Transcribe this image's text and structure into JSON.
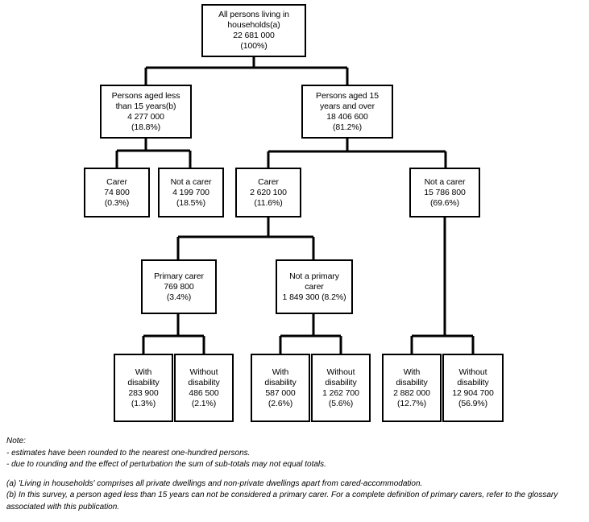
{
  "diagram": {
    "type": "tree-flowchart",
    "nodes": {
      "root": {
        "lines": [
          "All persons living in",
          "households(a)",
          "22 681 000",
          "(100%)"
        ],
        "label": "All persons living in households(a)",
        "count": "22 681 000",
        "percent": "(100%)"
      },
      "under15": {
        "lines": [
          "Persons aged less",
          "than 15 years(b)",
          "4 277 000",
          "(18.8%)"
        ],
        "label": "Persons aged less than 15 years(b)",
        "count": "4 277 000",
        "percent": "(18.8%)"
      },
      "over15": {
        "lines": [
          "Persons aged 15",
          "years and over",
          "18 406 600",
          "(81.2%)"
        ],
        "label": "Persons aged 15 years and over",
        "count": "18 406 600",
        "percent": "(81.2%)"
      },
      "carer_u15": {
        "lines": [
          "Carer",
          "74 800",
          "(0.3%)"
        ],
        "label": "Carer",
        "count": "74 800",
        "percent": "(0.3%)"
      },
      "notcarer_u15": {
        "lines": [
          "Not a carer",
          "4 199 700",
          "(18.5%)"
        ],
        "label": "Not a carer",
        "count": "4 199 700",
        "percent": "(18.5%)"
      },
      "carer_o15": {
        "lines": [
          "Carer",
          "2 620 100",
          "(11.6%)"
        ],
        "label": "Carer",
        "count": "2 620 100",
        "percent": "(11.6%)"
      },
      "notcarer_o15": {
        "lines": [
          "Not a carer",
          "15 786 800",
          "(69.6%)"
        ],
        "label": "Not a carer",
        "count": "15 786 800",
        "percent": "(69.6%)"
      },
      "primary_carer": {
        "lines": [
          "Primary carer",
          "769 800",
          "(3.4%)"
        ],
        "label": "Primary carer",
        "count": "769 800",
        "percent": "(3.4%)"
      },
      "not_primary_carer": {
        "lines": [
          "Not a primary",
          "carer",
          "1 849 300 (8.2%)"
        ],
        "label": "Not a primary carer",
        "count": "1 849 300",
        "percent": "(8.2%)"
      },
      "pc_with": {
        "lines": [
          "With",
          "disability",
          "283 900",
          "(1.3%)"
        ],
        "label": "With disability",
        "count": "283 900",
        "percent": "(1.3%)"
      },
      "pc_without": {
        "lines": [
          "Without",
          "disability",
          "486 500",
          "(2.1%)"
        ],
        "label": "Without disability",
        "count": "486 500",
        "percent": "(2.1%)"
      },
      "npc_with": {
        "lines": [
          "With",
          "disability",
          "587 000",
          "(2.6%)"
        ],
        "label": "With disability",
        "count": "587 000",
        "percent": "(2.6%)"
      },
      "npc_without": {
        "lines": [
          "Without",
          "disability",
          "1 262 700",
          "(5.6%)"
        ],
        "label": "Without disability",
        "count": "1 262 700",
        "percent": "(5.6%)"
      },
      "nc_with": {
        "lines": [
          "With",
          "disability",
          "2 882 000",
          "(12.7%)"
        ],
        "label": "With disability",
        "count": "2 882 000",
        "percent": "(12.7%)"
      },
      "nc_without": {
        "lines": [
          "Without",
          "disability",
          "12 904 700",
          "(56.9%)"
        ],
        "label": "Without disability",
        "count": "12 904 700",
        "percent": "(56.9%)"
      }
    }
  },
  "notes": {
    "heading": "Note:",
    "bullets": [
      "- estimates have been rounded to the nearest one-hundred persons.",
      "- due to rounding and the effect of perturbation the sum of sub-totals may not equal totals."
    ],
    "footnote_a": "(a) 'Living in households' comprises all private dwellings and non-private dwellings apart from cared-accommodation.",
    "footnote_b": "(b) In this survey, a person aged less than 15 years can not be considered a primary carer. For a complete definition of primary carers, refer to the glossary associated with this publication."
  },
  "colors": {
    "line": "#000000",
    "box_border": "#000000",
    "background": "#ffffff",
    "text": "#000000"
  }
}
